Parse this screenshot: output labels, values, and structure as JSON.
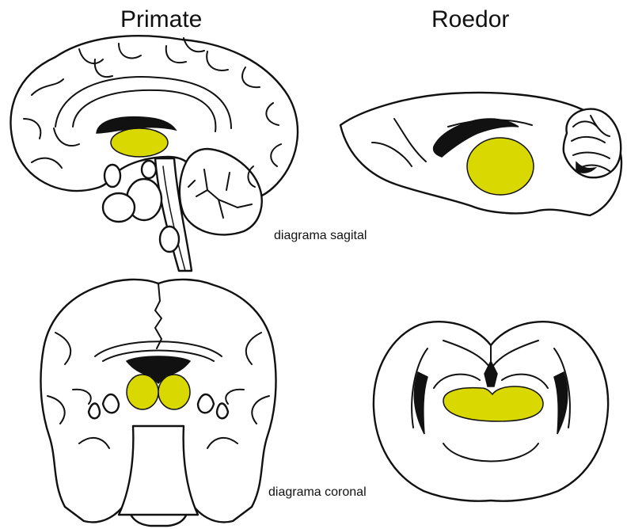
{
  "headings": {
    "primate": "Primate",
    "rodent": "Roedor"
  },
  "captions": {
    "sagittal": "diagrama sagital",
    "coronal": "diagrama coronal"
  },
  "colors": {
    "highlight": "#d9d800",
    "outline": "#111111",
    "background": "#ffffff"
  }
}
